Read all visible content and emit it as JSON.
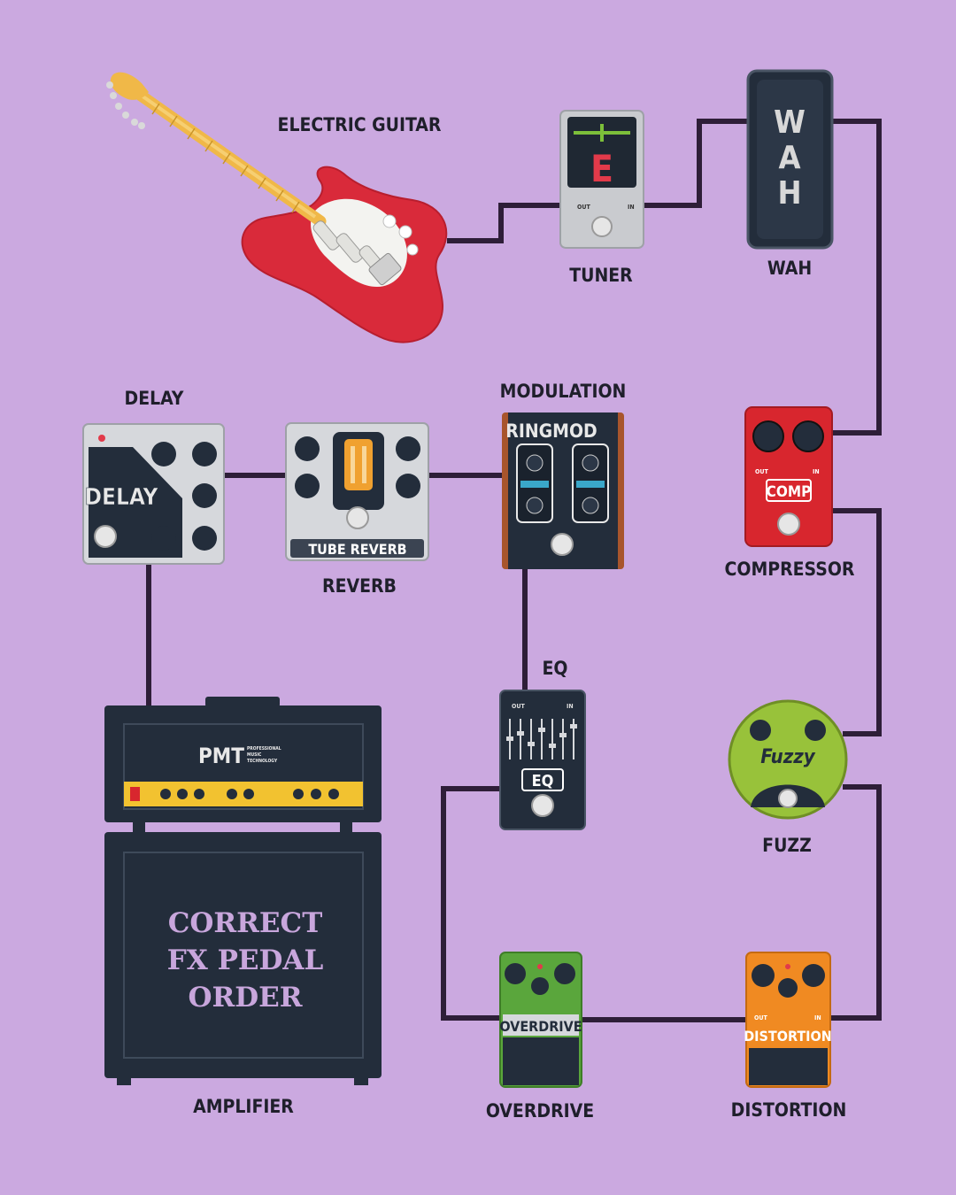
{
  "labels": {
    "guitar": "ELECTRIC GUITAR",
    "tuner": "TUNER",
    "wah": "WAH",
    "compressor": "COMPRESSOR",
    "modulation": "MODULATION",
    "delay": "DELAY",
    "reverb": "REVERB",
    "eq": "EQ",
    "fuzz": "FUZZ",
    "overdrive": "OVERDRIVE",
    "distortion": "DISTORTION",
    "amplifier": "AMPLIFIER"
  },
  "pedal_text": {
    "tuner_note": "E",
    "wah": [
      "W",
      "A",
      "H"
    ],
    "comp": "COMP",
    "ringmod": "RINGMOD",
    "delay": "DELAY",
    "reverb": "TUBE REVERB",
    "eq": "EQ",
    "fuzz": "Fuzzy",
    "overdrive": "OVERDRIVE",
    "distortion": "DISTORTION",
    "out": "OUT",
    "in": "IN"
  },
  "amp": {
    "brand": "PMT",
    "brand_sub": [
      "PROFESSIONAL",
      "MUSIC",
      "TECHNOLOGY"
    ],
    "title_lines": [
      "CORRECT",
      "FX PEDAL",
      "ORDER"
    ]
  },
  "colors": {
    "background": "#cba9e0",
    "cable": "#2e1e38",
    "dark": "#232d3b",
    "guitar_red": "#d92a3a",
    "comp_red": "#d8262e",
    "fuzz_green": "#98c23a",
    "overdrive_green": "#5aa63c",
    "distortion_orange": "#f08a22",
    "amp_yellow": "#f2c230"
  }
}
